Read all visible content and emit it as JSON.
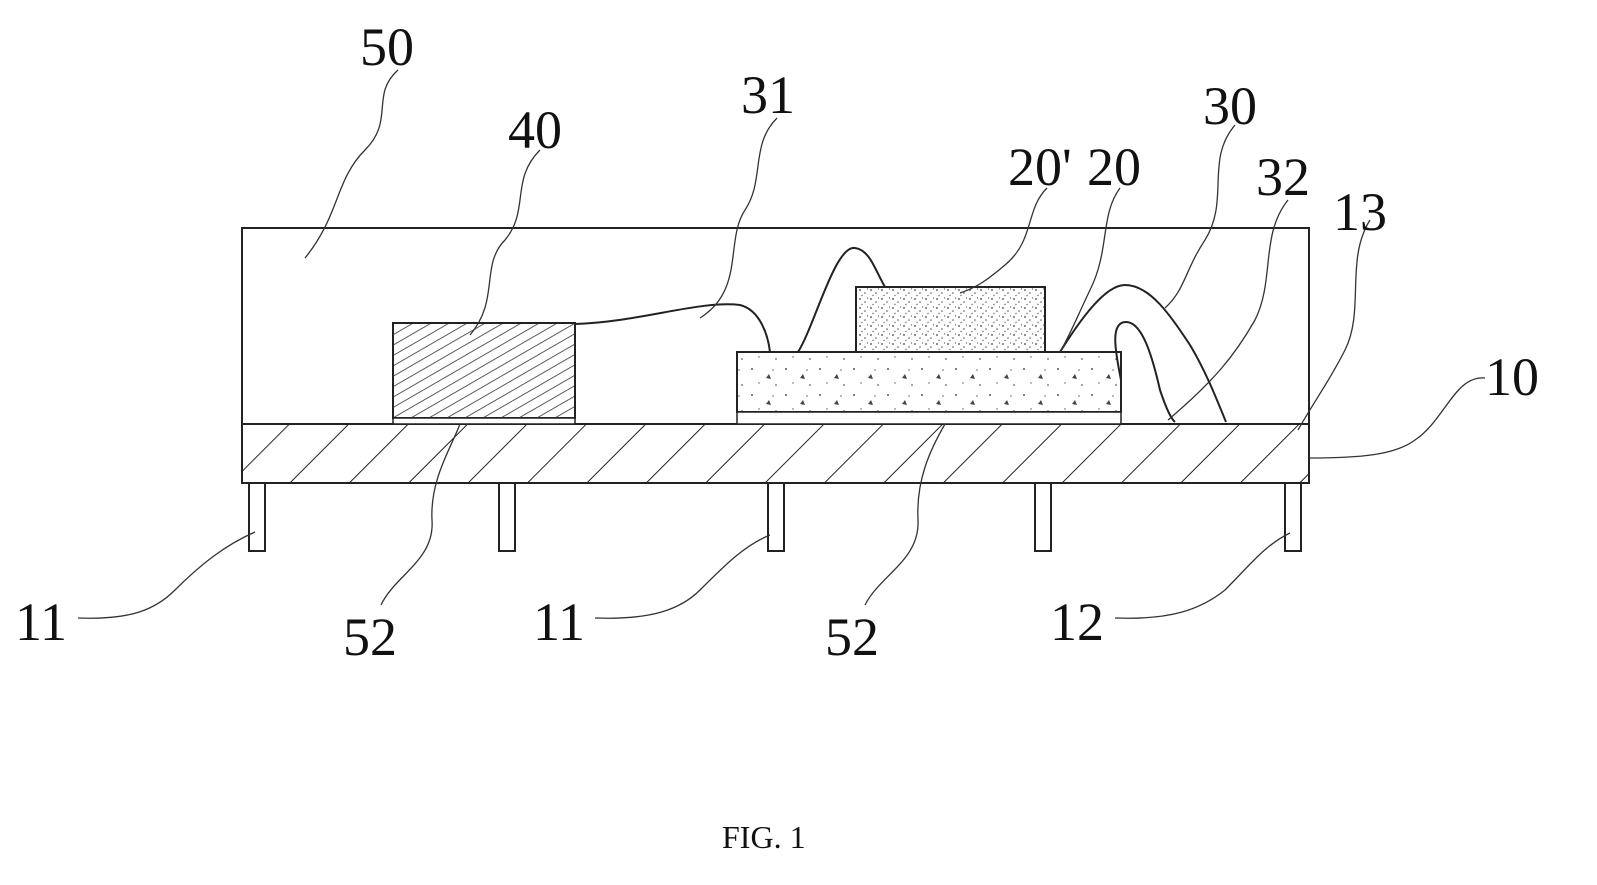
{
  "figure": {
    "caption": "FIG. 1",
    "refs": {
      "r50": "50",
      "r40": "40",
      "r31": "31",
      "r20p": "20'",
      "r30": "30",
      "r20": "20",
      "r32": "32",
      "r13": "13",
      "r10": "10",
      "r11a": "11",
      "r52a": "52",
      "r11b": "11",
      "r52b": "52",
      "r12": "12"
    }
  }
}
